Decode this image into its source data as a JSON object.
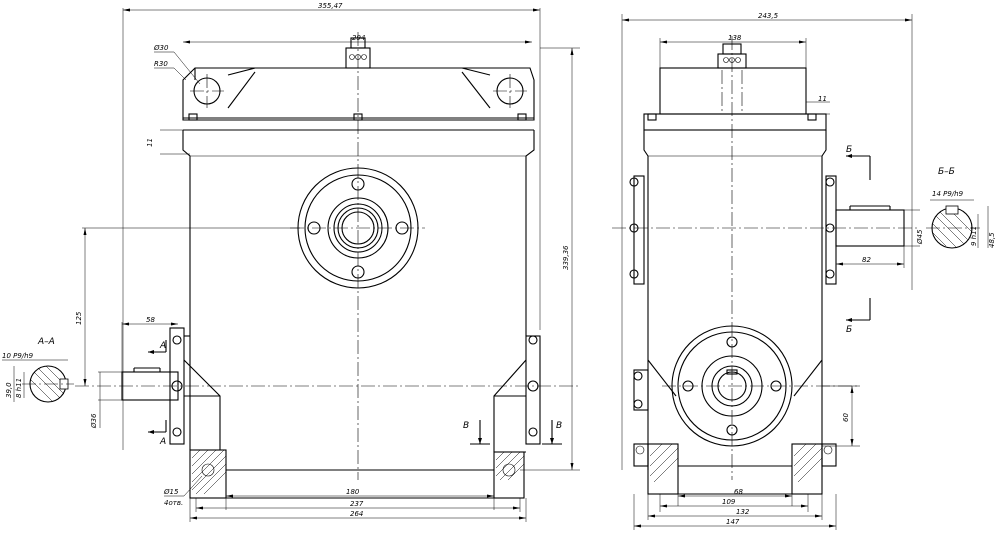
{
  "front_view": {
    "dims": {
      "overall_width": "355,47",
      "top_width": "294",
      "hole_dia": "Ø30",
      "radius": "R30",
      "flange_thk": "11",
      "shaft_offset": "125",
      "shaft_length": "58",
      "shaft_dia": "Ø36",
      "overall_height": "339,36",
      "base_inner": "180",
      "base_mid": "237",
      "base_outer": "264",
      "mount_hole": "Ø15",
      "mount_hole_count": "4отв."
    },
    "section_labels": {
      "a_top": "A",
      "a_bottom": "A",
      "b_left": "B",
      "b_right": "B"
    }
  },
  "section_a": {
    "title": "А–А",
    "keyway": "10 P9/h9",
    "depth": "39,0",
    "dia": "8 h11"
  },
  "side_view": {
    "dims": {
      "overall_width": "243,5",
      "top_width": "138",
      "flange_thk": "11",
      "shaft_dia": "Ø45",
      "shaft_length": "82",
      "base_height": "60",
      "base_inner": "68",
      "base_mid": "109",
      "base_132": "132",
      "base_outer": "147"
    },
    "section_labels": {
      "b_top": "Б",
      "b_bottom": "Б"
    }
  },
  "section_b": {
    "title": "Б–Б",
    "keyway": "14 P9/h9",
    "dia": "9 h11",
    "depth": "48,5"
  }
}
